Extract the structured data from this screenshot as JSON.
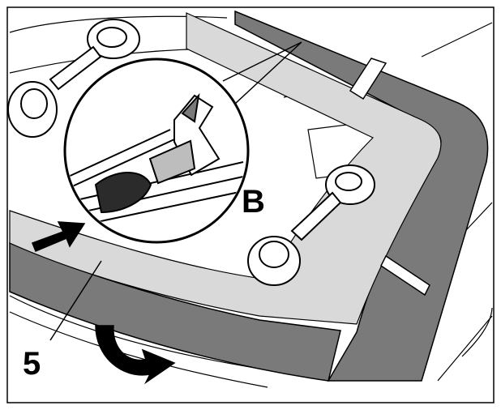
{
  "figure": {
    "callout_detail": "B",
    "callout_part": "5"
  },
  "colors": {
    "line": "#000000",
    "glass_tint": "#d9d9d9",
    "seal": "#7a7a7a",
    "detail_fill": "#2b2b2b",
    "background": "#ffffff"
  },
  "icons": [
    "suction-cup",
    "arrow",
    "curved-arrow",
    "magnifier-detail-circle",
    "adhesive-tape"
  ]
}
